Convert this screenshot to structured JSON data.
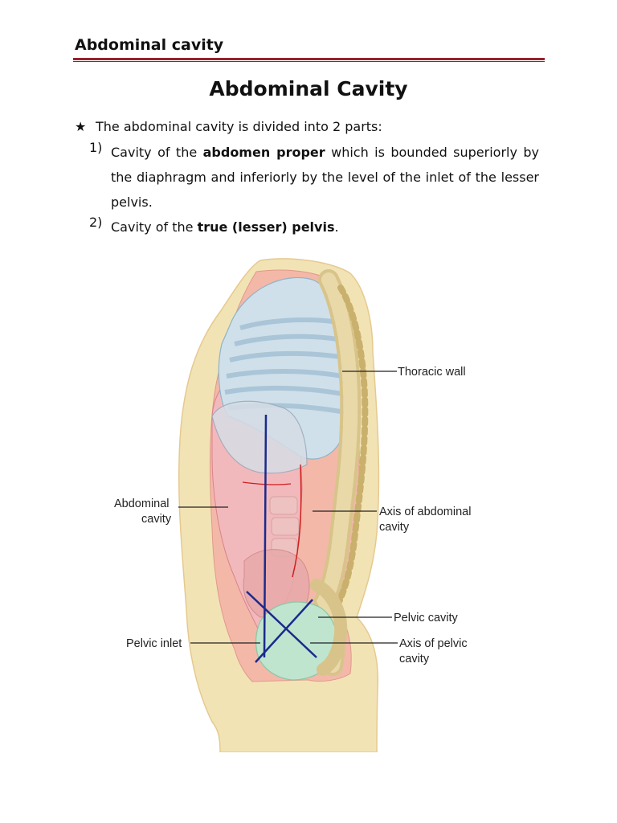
{
  "header": {
    "running_title": "Abdominal cavity"
  },
  "title": "Abdominal Cavity",
  "intro": {
    "bullet_symbol": "★",
    "text": "The abdominal cavity is divided into 2 parts:"
  },
  "items": [
    {
      "number": "1)",
      "pre": "Cavity of the ",
      "bold": "abdomen proper",
      "post": " which is bounded superiorly by the diaphragm and inferiorly by the level of the inlet of the lesser pelvis."
    },
    {
      "number": "2)",
      "pre": "Cavity of the ",
      "bold": "true (lesser) pelvis",
      "post": "."
    }
  ],
  "figure": {
    "labels": {
      "thoracic_wall": "Thoracic wall",
      "abdominal_cavity_1": "Abdominal",
      "abdominal_cavity_2": "cavity",
      "axis_abdominal_1": "Axis of abdominal",
      "axis_abdominal_2": "cavity",
      "pelvic_cavity": "Pelvic cavity",
      "pelvic_inlet": "Pelvic inlet",
      "axis_pelvic_1": "Axis of pelvic",
      "axis_pelvic_2": "cavity"
    },
    "colors": {
      "skin": "#f2e3b5",
      "body_outline": "#f3b8a8",
      "abdominal_cavity": "#f2b9bd",
      "thorax": "#cfe0ea",
      "pelvic_cavity": "#bfe5cf",
      "bone": "#e9d9a8",
      "axis_line": "#1b2a8c",
      "red_line": "#d01e1e",
      "header_rule": "#9a1f2b"
    }
  }
}
